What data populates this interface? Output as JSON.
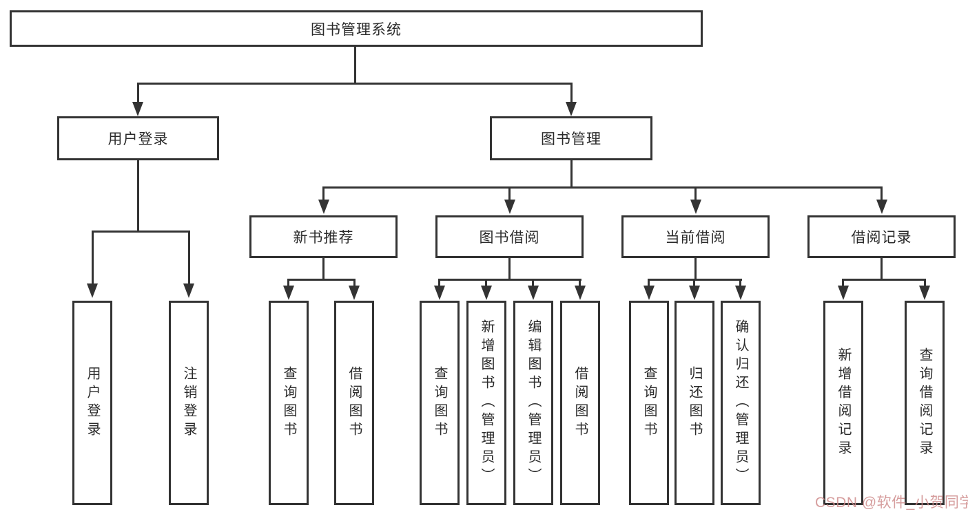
{
  "diagram": {
    "title": "图书管理系统",
    "watermark": "CSDN @软件_小贺同学",
    "colors": {
      "line": "#333333",
      "border": "#333333",
      "text": "#2b2b2b",
      "background": "#ffffff",
      "watermark": "#cf8c8c"
    },
    "nodes": {
      "root": {
        "label": "图书管理系统"
      },
      "level2": [
        {
          "label": "用户登录"
        },
        {
          "label": "图书管理"
        }
      ],
      "level3": [
        {
          "label": "新书推荐",
          "parent": "图书管理"
        },
        {
          "label": "图书借阅",
          "parent": "图书管理"
        },
        {
          "label": "当前借阅",
          "parent": "图书管理"
        },
        {
          "label": "借阅记录",
          "parent": "图书管理"
        }
      ],
      "leaves": [
        {
          "label": "用户登录",
          "parent": "用户登录"
        },
        {
          "label": "注销登录",
          "parent": "用户登录"
        },
        {
          "label": "查询图书",
          "parent": "新书推荐"
        },
        {
          "label": "借阅图书",
          "parent": "新书推荐"
        },
        {
          "label": "查询图书",
          "parent": "图书借阅"
        },
        {
          "label": "新增图书（管理员）",
          "parent": "图书借阅"
        },
        {
          "label": "编辑图书（管理员）",
          "parent": "图书借阅"
        },
        {
          "label": "借阅图书",
          "parent": "图书借阅"
        },
        {
          "label": "查询图书",
          "parent": "当前借阅"
        },
        {
          "label": "归还图书",
          "parent": "当前借阅"
        },
        {
          "label": "确认归还（管理员）",
          "parent": "当前借阅"
        },
        {
          "label": "新增借阅记录",
          "parent": "借阅记录"
        },
        {
          "label": "查询借阅记录",
          "parent": "借阅记录"
        }
      ]
    }
  }
}
